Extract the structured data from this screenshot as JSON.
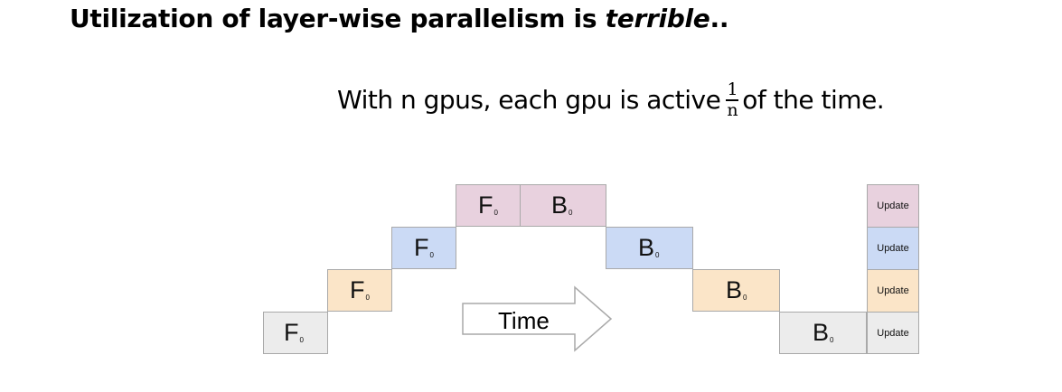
{
  "title": {
    "main": "Utilization of layer-wise parallelism is ",
    "emph": "terrible",
    "tail": ".."
  },
  "subtitle": {
    "before": "With n gpus, each gpu is active",
    "frac_num": "1",
    "frac_den": "n",
    "after": "of the time."
  },
  "diagram": {
    "forward_label": "F",
    "backward_label": "B",
    "subscript": "0",
    "update_label": "Update",
    "time_label": "Time",
    "colors": {
      "gpu0": "#ececec",
      "gpu1": "#fbe5c8",
      "gpu2": "#cbdaf5",
      "gpu3": "#e8d1de",
      "border": "#a9a9a9"
    }
  }
}
